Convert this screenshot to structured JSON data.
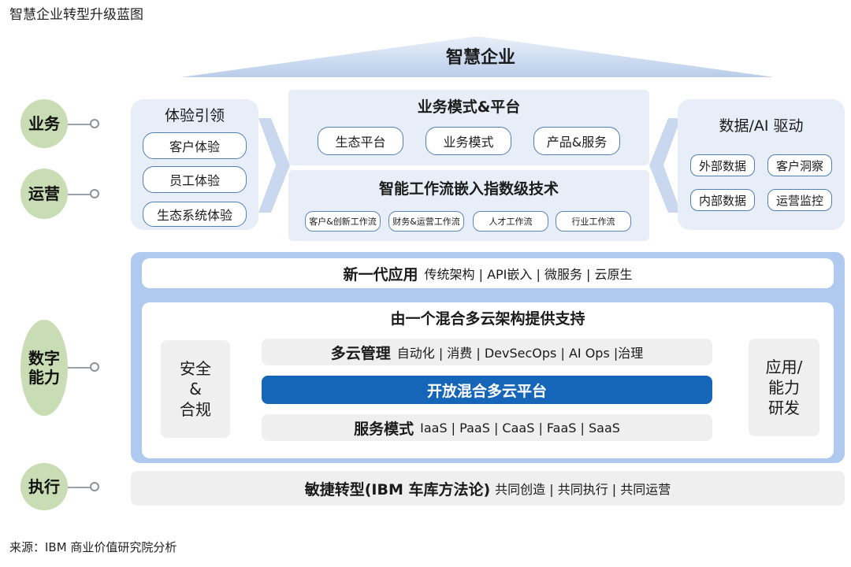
{
  "page_title": "智慧企业转型升级蓝图",
  "source": "来源：IBM 商业价值研究院分析",
  "roof": "智慧企业",
  "layers": {
    "business": "业务",
    "operations": "运营",
    "digital": "数字能力",
    "execution": "执行"
  },
  "experience": {
    "title": "体验引领",
    "items": [
      "客户体验",
      "员工体验",
      "生态系统体验"
    ]
  },
  "business_model": {
    "title": "业务模式&平台",
    "items": [
      "生态平台",
      "业务模式",
      "产品&服务"
    ]
  },
  "workflow": {
    "title": "智能工作流嵌入指数级技术",
    "items": [
      "客户&创新工作流",
      "财务&运营工作流",
      "人才工作流",
      "行业工作流"
    ]
  },
  "data_ai": {
    "title": "数据/AI 驱动",
    "items": [
      "外部数据",
      "客户洞察",
      "内部数据",
      "运营监控"
    ]
  },
  "new_apps": {
    "bold": "新一代应用",
    "rest": "传统架构 | API嵌入 | 微服务 | 云原生"
  },
  "hybrid": {
    "title": "由一个混合多云架构提供支持",
    "security": "安全\n&\n合规",
    "app_dev": "应用/\n能力\n研发",
    "multicloud_bold": "多云管理",
    "multicloud_rest": "自动化 | 消费 | DevSecOps | AI Ops |治理",
    "platform": "开放混合多云平台",
    "service_bold": "服务模式",
    "service_rest": "IaaS | PaaS | CaaS | FaaS | SaaS"
  },
  "agile": {
    "bold": "敏捷转型(IBM 车库方法论)",
    "rest": "共同创造 | 共同执行 | 共同运营"
  },
  "colors": {
    "circle_fill": "#c9ddb4",
    "panel_fill": "#e8eef7",
    "pill_border": "#4f7fb5",
    "frame_blue": "#afc9ef",
    "platform_blue": "#1565b8"
  }
}
